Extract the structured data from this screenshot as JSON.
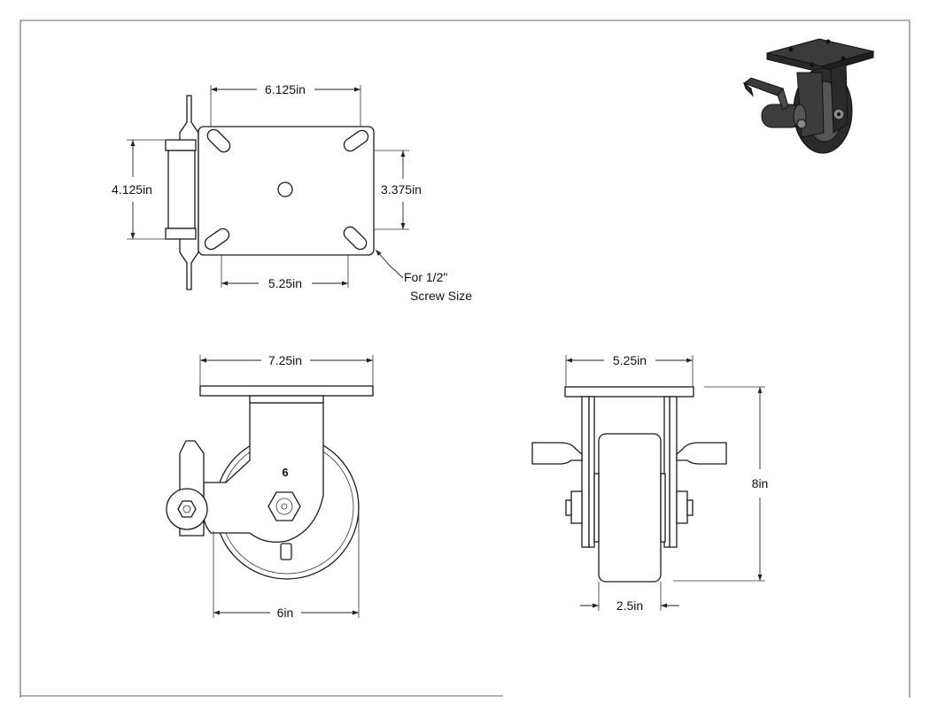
{
  "dimensions": {
    "plate_length": "6.125in",
    "plate_width": "4.125in",
    "bolt_spacing_width": "3.375in",
    "bolt_spacing_length": "5.25in",
    "screw_note_line1": "For 1/2\"",
    "screw_note_line2": "Screw Size",
    "side_overall_length": "7.25in",
    "wheel_diameter": "6in",
    "front_overall_width": "5.25in",
    "overall_height": "8in",
    "wheel_width": "2.5in"
  },
  "wheel_mark": "6",
  "colors": {
    "line": "#1a1a1a",
    "render_dark": "#2b2b2b",
    "render_mid": "#555555",
    "background": "#ffffff"
  }
}
